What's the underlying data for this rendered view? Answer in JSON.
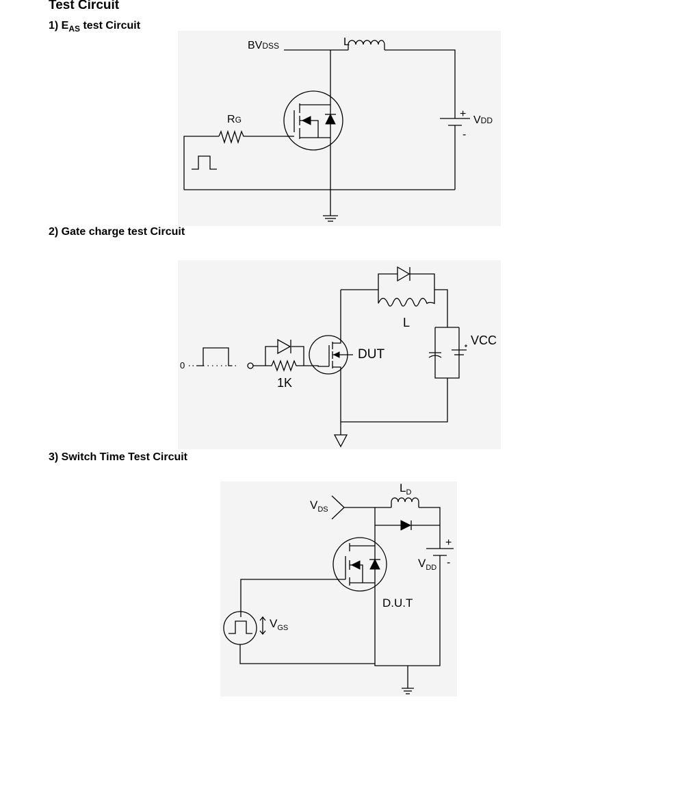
{
  "title": "Test Circuit",
  "sections": [
    {
      "label_prefix": "1) E",
      "label_sub": "AS",
      "label_suffix": " test Circuit",
      "labels": {
        "bvdss_main": "BV",
        "bvdss_sub": "DSS",
        "inductor": "L",
        "rg_main": "R",
        "rg_sub": "G",
        "vdd_plus": "+",
        "vdd_main": "V",
        "vdd_sub": "DD",
        "vdd_minus": "-"
      }
    },
    {
      "label": "2) Gate charge test Circuit",
      "labels": {
        "zero": "0",
        "resistor": "1K",
        "dut": "DUT",
        "inductor": "L",
        "vcc": "VCC"
      }
    },
    {
      "label": "3) Switch Time Test Circuit",
      "labels": {
        "vds_main": "V",
        "vds_sub": "DS",
        "ld_main": "L",
        "ld_sub": "D",
        "vdd_plus": "+",
        "vdd_main": "V",
        "vdd_sub": "DD",
        "vdd_minus": "-",
        "dut": "D.U.T",
        "vgs_main": "V",
        "vgs_sub": "GS"
      }
    }
  ],
  "colors": {
    "panel_bg": "#f4f4f4",
    "wire": "#000000"
  }
}
